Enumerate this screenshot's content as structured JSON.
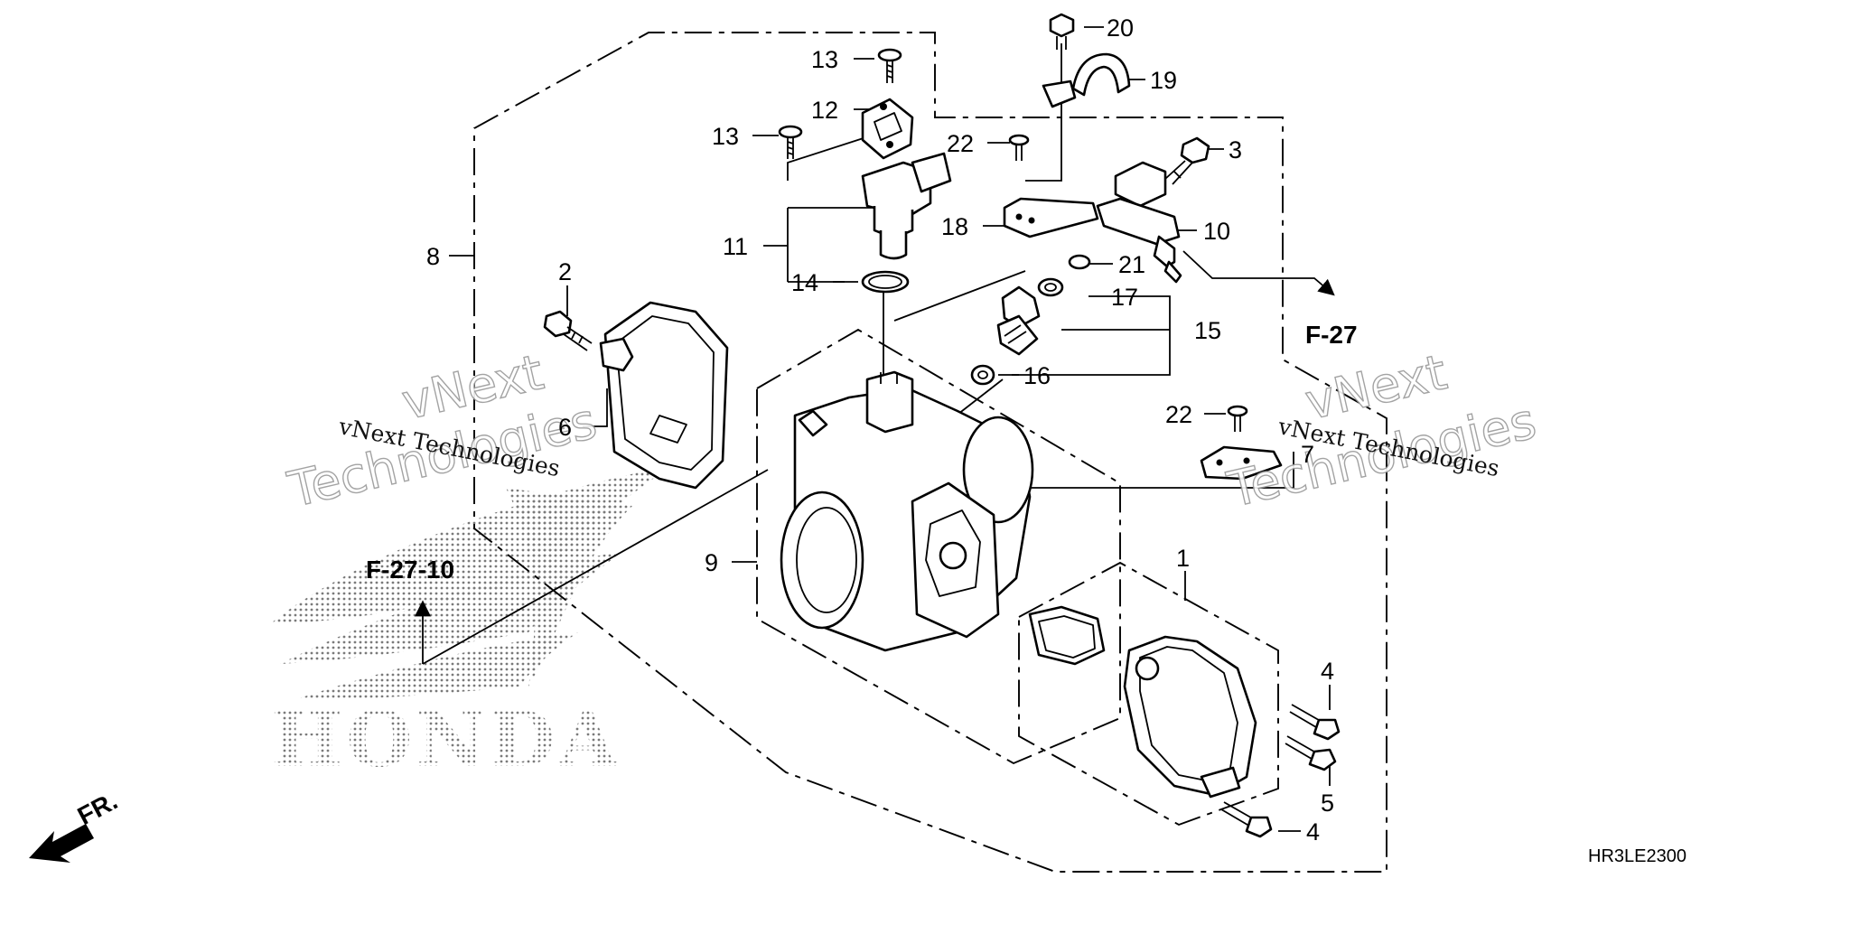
{
  "diagram": {
    "drawing_code": "HR3LE2300",
    "front_indicator": "FR.",
    "brand_logo": "HONDA",
    "watermarks": [
      {
        "small": "vNext Technologies",
        "big_line1": "vNext",
        "big_line2": "Technologies"
      },
      {
        "small": "vNext Technologies",
        "big_line1": "vNext",
        "big_line2": "Technologies"
      }
    ],
    "references": [
      "F-27",
      "F-27-10"
    ],
    "callouts": [
      {
        "id": "1",
        "label": "1"
      },
      {
        "id": "2",
        "label": "2"
      },
      {
        "id": "3",
        "label": "3"
      },
      {
        "id": "4a",
        "label": "4"
      },
      {
        "id": "4b",
        "label": "4"
      },
      {
        "id": "5",
        "label": "5"
      },
      {
        "id": "6",
        "label": "6"
      },
      {
        "id": "7",
        "label": "7"
      },
      {
        "id": "8",
        "label": "8"
      },
      {
        "id": "9",
        "label": "9"
      },
      {
        "id": "10",
        "label": "10"
      },
      {
        "id": "11",
        "label": "11"
      },
      {
        "id": "12",
        "label": "12"
      },
      {
        "id": "13a",
        "label": "13"
      },
      {
        "id": "13b",
        "label": "13"
      },
      {
        "id": "14",
        "label": "14"
      },
      {
        "id": "15",
        "label": "15"
      },
      {
        "id": "16",
        "label": "16"
      },
      {
        "id": "17",
        "label": "17"
      },
      {
        "id": "18",
        "label": "18"
      },
      {
        "id": "19",
        "label": "19"
      },
      {
        "id": "20",
        "label": "20"
      },
      {
        "id": "21",
        "label": "21"
      },
      {
        "id": "22a",
        "label": "22"
      },
      {
        "id": "22b",
        "label": "22"
      }
    ]
  }
}
